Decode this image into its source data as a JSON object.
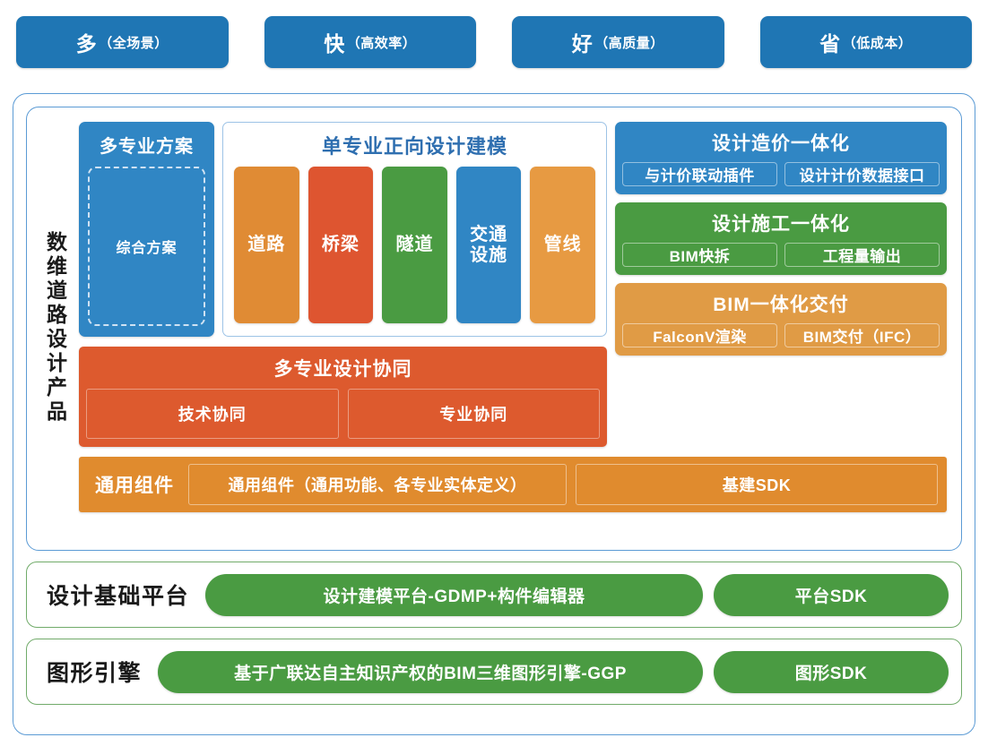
{
  "top_pills": [
    {
      "big": "多",
      "sub": "（全场景）"
    },
    {
      "big": "快",
      "sub": "（高效率）"
    },
    {
      "big": "好",
      "sub": "（高质量）"
    },
    {
      "big": "省",
      "sub": "（低成本）"
    }
  ],
  "product": {
    "vertical_label": "数维道路设计产品",
    "multi_scheme": {
      "title": "多专业方案",
      "inner": "综合方案",
      "color": "#3086c4"
    },
    "single_discipline": {
      "title": "单专业正向设计建模",
      "cards": [
        {
          "label": "道路",
          "color": "#e08b34"
        },
        {
          "label": "桥梁",
          "color": "#de5530"
        },
        {
          "label": "隧道",
          "color": "#4a9b42"
        },
        {
          "label": "交通\n设施",
          "color": "#3086c4"
        },
        {
          "label": "管线",
          "color": "#e79a42"
        }
      ]
    },
    "features": [
      {
        "title": "设计造价一体化",
        "color": "#3086c4",
        "subs": [
          "与计价联动插件",
          "设计计价数据接口"
        ]
      },
      {
        "title": "设计施工一体化",
        "color": "#4a9b42",
        "subs": [
          "BIM快拆",
          "工程量输出"
        ]
      },
      {
        "title": "BIM一体化交付",
        "color": "#e09b45",
        "subs": [
          "FalconV渲染",
          "BIM交付（IFC）"
        ]
      }
    ],
    "collaboration": {
      "title": "多专业设计协同",
      "color": "#dd5a2e",
      "subs": [
        "技术协同",
        "专业协同"
      ]
    },
    "common_components": {
      "label": "通用组件",
      "color": "#e08b2e",
      "cells": [
        "通用组件（通用功能、各专业实体定义）",
        "基建SDK"
      ]
    }
  },
  "platform_rows": [
    {
      "label": "设计基础平台",
      "main": "设计建模平台-GDMP+构件编辑器",
      "sdk": "平台SDK",
      "color": "#4a9b42"
    },
    {
      "label": "图形引擎",
      "main": "基于广联达自主知识产权的BIM三维图形引擎-GGP",
      "sdk": "图形SDK",
      "color": "#4a9b42"
    }
  ],
  "colors": {
    "pill_blue": "#1f76b4",
    "frame_blue": "#5b9bd5",
    "frame_green": "#71ab6a",
    "orange": "#e08b34",
    "red_orange": "#de5530",
    "green": "#4a9b42",
    "blue": "#3086c4",
    "light_orange": "#e79a42"
  }
}
